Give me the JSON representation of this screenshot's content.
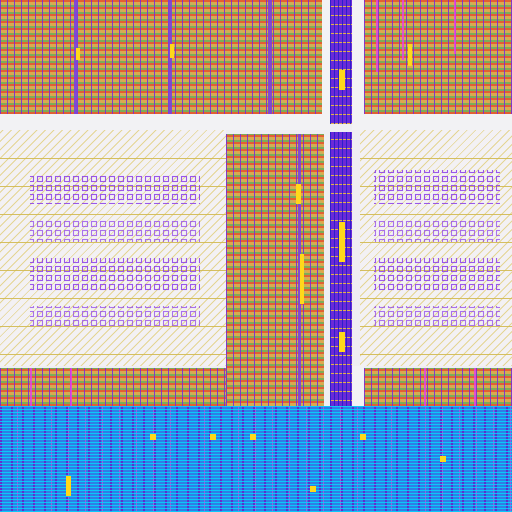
{
  "layout_view": {
    "regions": [
      {
        "id": "top-left-stdcell-block"
      },
      {
        "id": "top-right-stdcell-block"
      },
      {
        "id": "left-sram-macro"
      },
      {
        "id": "right-sram-macro"
      },
      {
        "id": "center-stdcell-column"
      },
      {
        "id": "vertical-routing-channel"
      },
      {
        "id": "bottom-left-stdcell-block"
      },
      {
        "id": "bottom-right-stdcell-block"
      },
      {
        "id": "bottom-routing-bus"
      }
    ],
    "colors": {
      "background": "#eeeef2",
      "metal_purple": "#6a2ad8",
      "metal_blue": "#2f7ee6",
      "metal_cyan": "#00dcff",
      "via_yellow": "#ffd81a",
      "cell_orange": "#e6463a",
      "macro_hatch": "#d7be46",
      "magenta_route": "#e63cf0"
    }
  }
}
